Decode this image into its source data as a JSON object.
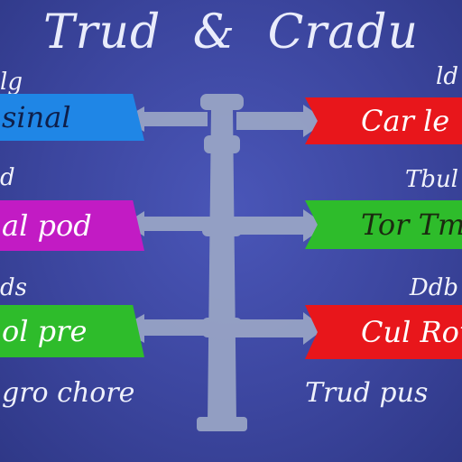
{
  "title": {
    "left": "Trud",
    "amp": "&",
    "right": "Cradu"
  },
  "left": {
    "labels": [
      "lg",
      "d",
      "ds"
    ],
    "banners": [
      {
        "text": "sinal",
        "color": "#1f86e6",
        "text_color": "#0e1f4a"
      },
      {
        "text": "al pod",
        "color": "#c21bc4",
        "text_color": "#ffffff"
      },
      {
        "text": "ol pre",
        "color": "#2ebc2b",
        "text_color": "#ffffff"
      }
    ],
    "bottom": "gro chore"
  },
  "right": {
    "labels": [
      "ld",
      "Tbul",
      "Ddb"
    ],
    "banners": [
      {
        "text": "Car le",
        "color": "#e8161b",
        "text_color": "#ffffff"
      },
      {
        "text": "Tor Tmh",
        "color": "#2ebc2b",
        "text_color": "#1b2a10"
      },
      {
        "text": "Cul Row",
        "color": "#e8161b",
        "text_color": "#ffffff"
      }
    ],
    "bottom": "Trud pus"
  },
  "colors": {
    "post": "#9aa6c6",
    "background": "#3c469f"
  }
}
